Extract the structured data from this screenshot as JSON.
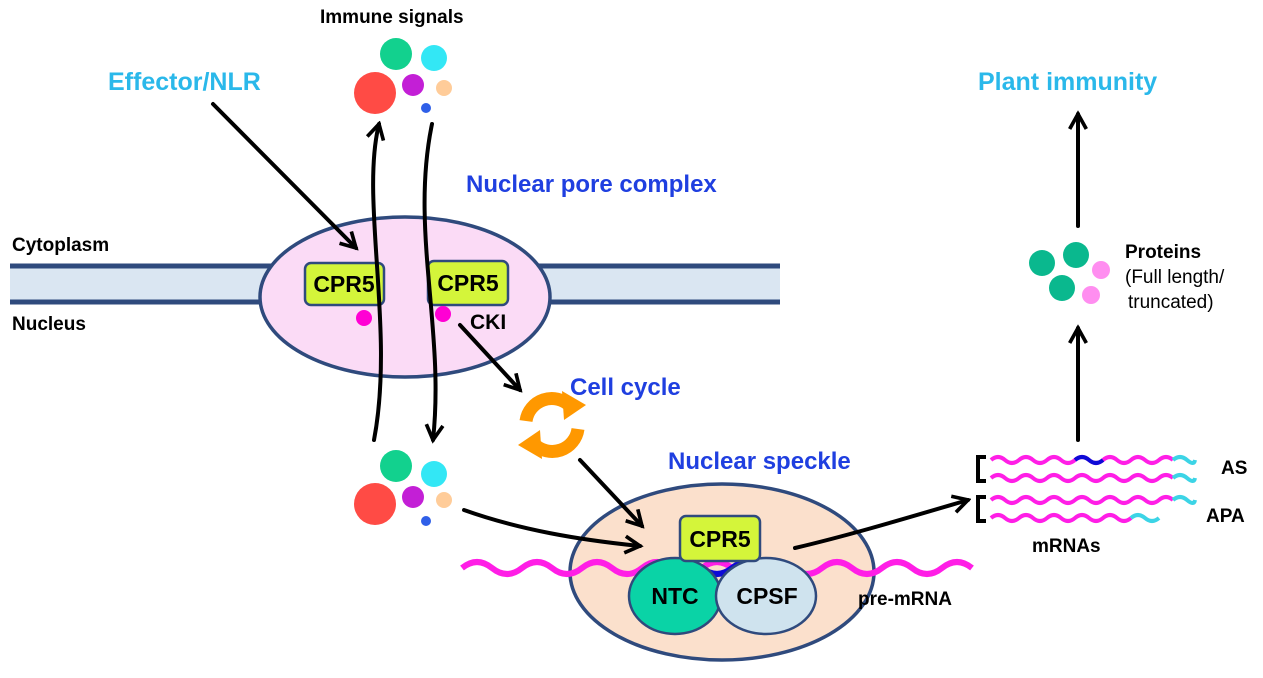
{
  "labels": {
    "immune_signals": "Immune signals",
    "effector_nlr": "Effector/NLR",
    "nuclear_pore_complex": "Nuclear pore complex",
    "cytoplasm": "Cytoplasm",
    "nucleus": "Nucleus",
    "cpr5": "CPR5",
    "cki": "CKI",
    "cell_cycle": "Cell cycle",
    "nuclear_speckle": "Nuclear speckle",
    "ntc": "NTC",
    "cpsf": "CPSF",
    "pre_mrna": "pre-mRNA",
    "plant_immunity": "Plant immunity",
    "proteins": "Proteins",
    "proteins_sub1": "(Full length/",
    "proteins_sub2": "truncated)",
    "as": "AS",
    "apa": "APA",
    "mrnas": "mRNAs"
  },
  "colors": {
    "membrane_fill": "#dae6f2",
    "membrane_stroke": "#2f4a7d",
    "pore_fill": "#fbdbf6",
    "speckle_fill": "#fbe0cc",
    "cpr5_fill": "#d4f53a",
    "ntc_fill": "#0ad3a6",
    "cpsf_fill": "#cfe3ee",
    "magenta": "#ff1ee6",
    "cyan": "#3cd4e6",
    "dark_blue": "#0d0ad6",
    "cell_cycle_orange": "#ff9800",
    "title_blue": "#1f3fe0",
    "title_cyan": "#2ab8ea"
  },
  "icons": {
    "cell_cycle": "refresh-cycle-icon",
    "signal_cluster": "signal-molecules-icon",
    "protein_cluster": "protein-molecules-icon"
  }
}
